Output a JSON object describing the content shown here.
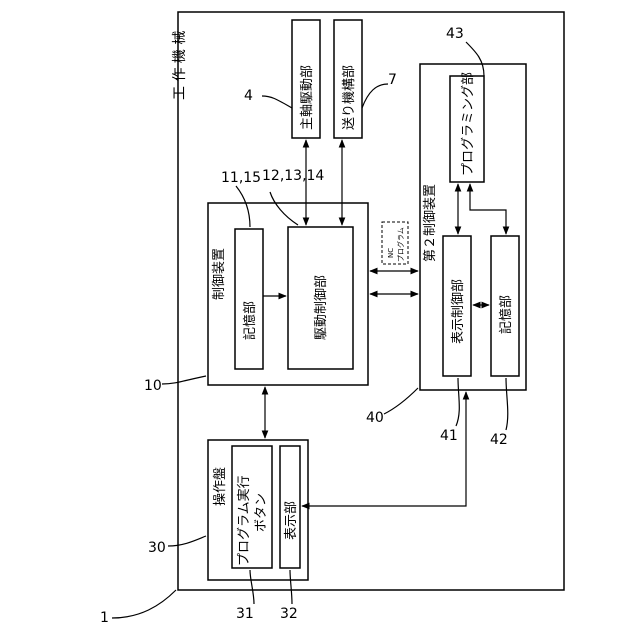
{
  "machine": {
    "label": "工 作 機 械",
    "ref": "1"
  },
  "spindle": {
    "label": "主軸駆動部",
    "ref": "4"
  },
  "feed": {
    "label": "送り機構部",
    "ref": "7"
  },
  "controller": {
    "label": "制御装置",
    "ref": "10",
    "memory": {
      "label": "記憶部",
      "ref": "11,15"
    },
    "drive": {
      "label": "駆動制御部",
      "ref": "12,13,14"
    }
  },
  "nc_program": {
    "line1": "NC",
    "line2": "プログラム"
  },
  "second_controller": {
    "label": "第２制御装置",
    "ref": "40",
    "programming": {
      "label": "プログラミング部",
      "ref": "43"
    },
    "display_ctrl": {
      "label": "表示制御部",
      "ref": "41"
    },
    "memory": {
      "label": "記憶部",
      "ref": "42"
    }
  },
  "panel": {
    "label": "操作盤",
    "ref": "30",
    "button": {
      "line1": "プログラム実行",
      "line2": "ボタン",
      "ref": "31"
    },
    "display": {
      "label": "表示部",
      "ref": "32"
    }
  }
}
